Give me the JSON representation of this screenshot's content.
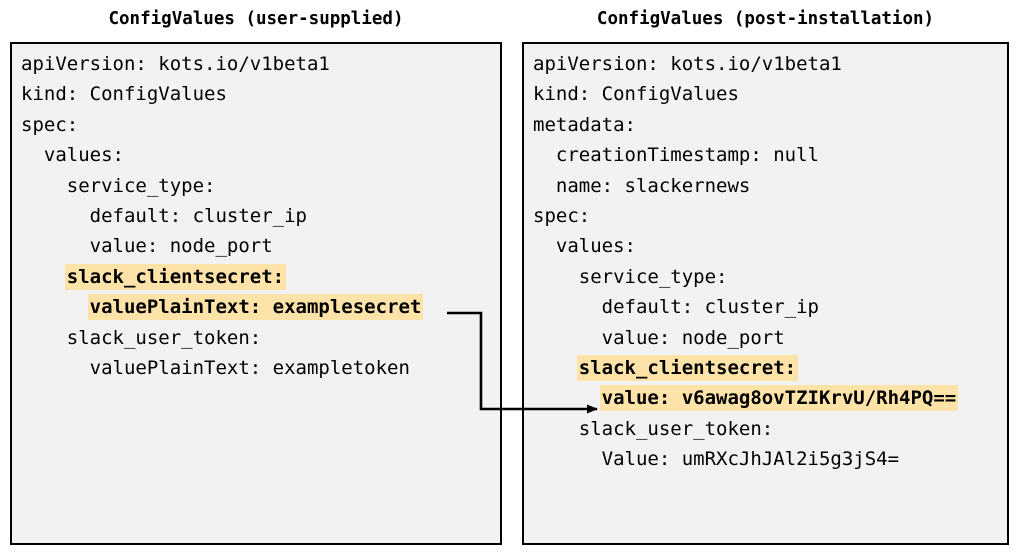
{
  "colors": {
    "highlight": "#fde3a7",
    "box_fill": "#f2f2f2",
    "box_border": "#000000",
    "text": "#000000",
    "background": "#ffffff"
  },
  "panels": {
    "left": {
      "title": "ConfigValues (user-supplied)",
      "lines": [
        {
          "text": "apiVersion: kots.io/v1beta1",
          "highlight": false
        },
        {
          "text": "kind: ConfigValues",
          "highlight": false
        },
        {
          "text": "spec:",
          "highlight": false
        },
        {
          "text": "  values:",
          "highlight": false
        },
        {
          "text": "    service_type:",
          "highlight": false
        },
        {
          "text": "      default: cluster_ip",
          "highlight": false
        },
        {
          "text": "      value: node_port",
          "highlight": false
        },
        {
          "text": "    slack_clientsecret:",
          "highlight": true
        },
        {
          "text": "      valuePlainText: examplesecret",
          "highlight": true
        },
        {
          "text": "    slack_user_token:",
          "highlight": false
        },
        {
          "text": "      valuePlainText: exampletoken",
          "highlight": false
        }
      ]
    },
    "right": {
      "title": "ConfigValues (post-installation)",
      "lines": [
        {
          "text": "apiVersion: kots.io/v1beta1",
          "highlight": false
        },
        {
          "text": "kind: ConfigValues",
          "highlight": false
        },
        {
          "text": "metadata:",
          "highlight": false
        },
        {
          "text": "  creationTimestamp: null",
          "highlight": false
        },
        {
          "text": "  name: slackernews",
          "highlight": false
        },
        {
          "text": "spec:",
          "highlight": false
        },
        {
          "text": "  values:",
          "highlight": false
        },
        {
          "text": "    service_type:",
          "highlight": false
        },
        {
          "text": "      default: cluster_ip",
          "highlight": false
        },
        {
          "text": "      value: node_port",
          "highlight": false
        },
        {
          "text": "    slack_clientsecret:",
          "highlight": true
        },
        {
          "text": "      value: v6awag8ovTZIKrvU/Rh4PQ==",
          "highlight": true
        },
        {
          "text": "    slack_user_token:",
          "highlight": false
        },
        {
          "text": "      Value: umRXcJhJAl2i5g3jS4=",
          "highlight": false
        }
      ]
    }
  },
  "connector": {
    "name": "examplesecret-to-encrypted-value-arrow",
    "from_line": "valuePlainText: examplesecret",
    "to_line": "value: v6awag8ovTZIKrvU/Rh4PQ=="
  }
}
